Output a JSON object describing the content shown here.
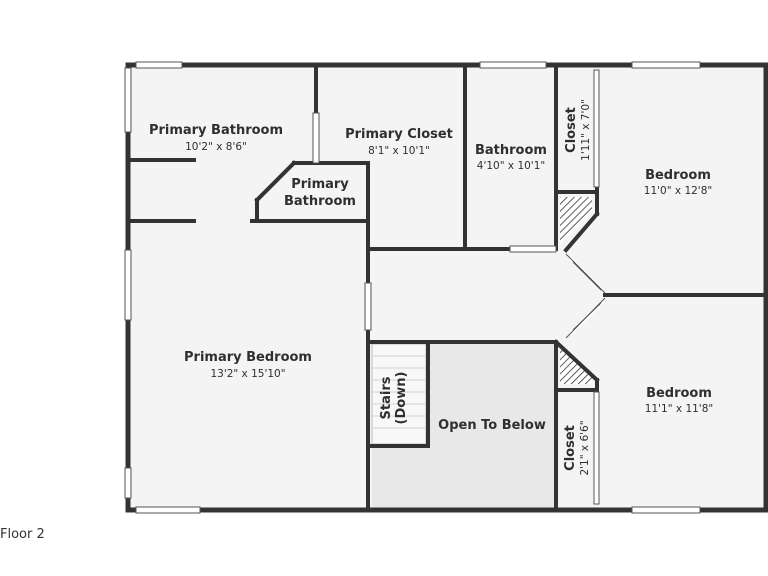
{
  "floor_label": "Floor 2",
  "rooms": {
    "primary_bathroom": {
      "name": "Primary Bathroom",
      "dims": "10'2\" x 8'6\""
    },
    "primary_bathroom_small": {
      "name_line1": "Primary",
      "name_line2": "Bathroom"
    },
    "primary_closet": {
      "name": "Primary Closet",
      "dims": "8'1\" x 10'1\""
    },
    "bathroom": {
      "name": "Bathroom",
      "dims": "4'10\" x 10'1\""
    },
    "closet_top": {
      "name": "Closet",
      "dims": "1'11\" x 7'0\""
    },
    "bedroom_top": {
      "name": "Bedroom",
      "dims": "11'0\" x 12'8\""
    },
    "primary_bedroom": {
      "name": "Primary Bedroom",
      "dims": "13'2\" x 15'10\""
    },
    "stairs": {
      "name_line1": "Stairs",
      "name_line2": "(Down)"
    },
    "open_to_below": {
      "name": "Open To Below"
    },
    "closet_bottom": {
      "name": "Closet",
      "dims": "2'1\" x 6'6\""
    },
    "bedroom_bottom": {
      "name": "Bedroom",
      "dims": "11'1\" x 11'8\""
    }
  },
  "colors": {
    "wall": "#333333",
    "floor": "#f4f4f4",
    "open_area": "#e9e9e9",
    "window": "#ffffff"
  }
}
